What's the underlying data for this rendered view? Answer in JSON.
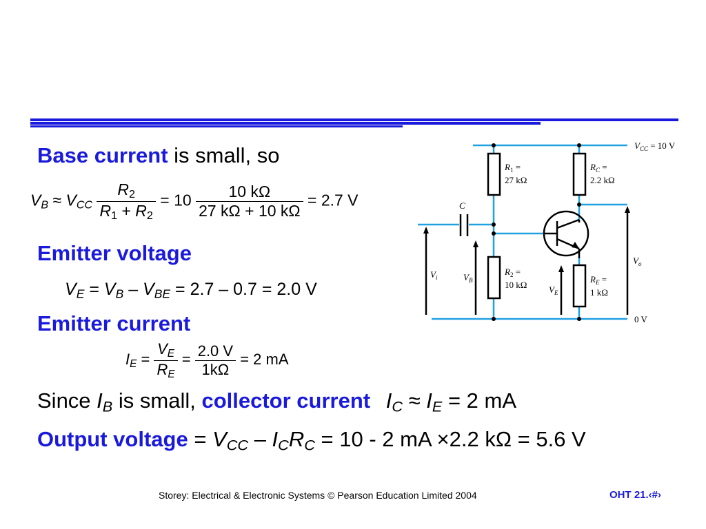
{
  "colors": {
    "accent": "#1a1adc",
    "wire": "#1fa0e0",
    "text": "#000000"
  },
  "lines": {
    "base_current_head": "Base current",
    "base_current_tail": " is small, so",
    "emitter_voltage_head": "Emitter voltage",
    "emitter_current_head": "Emitter current",
    "since_a": "Since ",
    "since_b": " is small, ",
    "collector_current": "collector current",
    "ic_eq": "= 2 mA",
    "output_voltage_head": "Output voltage",
    "output_eq": "10 - 2 mA ×2.2 kΩ = 5.6 V"
  },
  "eq1": {
    "lhs": "V",
    "lhs_sub": "B",
    "vcc": "V",
    "vcc_sub": "CC",
    "r2_num": "R",
    "r2_num_sub": "2",
    "den_a": "R",
    "den_a_sub": "1",
    "den_b": "R",
    "den_b_sub": "2",
    "factor": "10",
    "num2": "10 kΩ",
    "den2": "27 kΩ + 10 kΩ",
    "result": "= 2.7 V"
  },
  "eq2": {
    "text": "= 2.7 – 0.7 = 2.0 V"
  },
  "eq3": {
    "num2": "2.0 V",
    "den2": "1kΩ",
    "result": "= 2 mA"
  },
  "circuit": {
    "vcc": "V",
    "vcc_sub": "CC",
    "vcc_val": " = 10 V",
    "r1": "R",
    "r1_sub": "1",
    "r1_val": "27 kΩ",
    "r2": "R",
    "r2_sub": "2",
    "r2_val": "10 kΩ",
    "rc": "R",
    "rc_sub": "C",
    "rc_val": "2.2 kΩ",
    "re": "R",
    "re_sub": "E",
    "re_val": "1 kΩ",
    "c": "C",
    "vi": "V",
    "vi_sub": "i",
    "vb": "V",
    "vb_sub": "B",
    "ve": "V",
    "ve_sub": "E",
    "vo": "V",
    "vo_sub": "o",
    "zero": "0 V"
  },
  "footer": {
    "credit": "Storey: Electrical & Electronic Systems © Pearson Education Limited 2004",
    "page": "OHT 21.‹#›"
  }
}
